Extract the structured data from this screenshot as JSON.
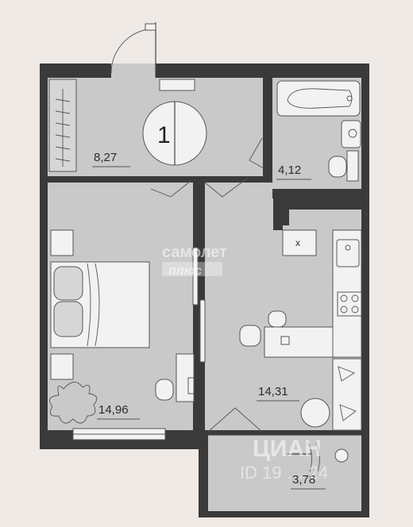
{
  "apartment": {
    "room_count_badge": "1",
    "rooms": [
      {
        "key": "hallway",
        "area": "8,27"
      },
      {
        "key": "bathroom",
        "area": "4,12"
      },
      {
        "key": "bedroom",
        "area": "14,96"
      },
      {
        "key": "kitchen_living",
        "area": "14,31"
      },
      {
        "key": "balcony",
        "area": "3,78"
      }
    ],
    "cabinet_mark": "x"
  },
  "watermarks": {
    "brand_line1": "самолет",
    "brand_line2": "плюс",
    "cian_text": "ЦИАН",
    "listing_id": "ID 19 … 24"
  },
  "colors": {
    "background": "#efeae6",
    "wall": "#3b3a3a",
    "floor": "#c9c9c9"
  }
}
